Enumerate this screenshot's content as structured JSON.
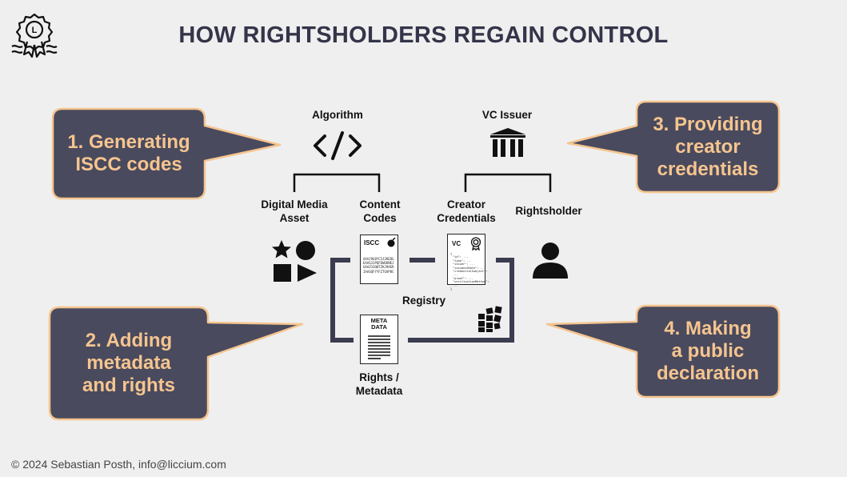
{
  "title": "HOW RIGHTSHOLDERS REGAIN CONTROL",
  "footer": "© 2024 Sebastian Posth, info@liccium.com",
  "callouts": [
    {
      "text": "1. Generating\nISCC codes"
    },
    {
      "text": "2. Adding\nmetadata\nand rights"
    },
    {
      "text": "3. Providing\ncreator\ncredentials"
    },
    {
      "text": "4. Making\na public\ndeclaration"
    }
  ],
  "labels": {
    "algorithm": "Algorithm",
    "vc_issuer": "VC Issuer",
    "digital_media_asset": "Digital Media\nAsset",
    "content_codes": "Content\nCodes",
    "creator_credentials": "Creator\nCredentials",
    "rightsholder": "Rightsholder",
    "registry": "Registry",
    "rights_metadata": "Rights /\nMetadata"
  },
  "docs": {
    "iscc_title": "ISCC",
    "iscc_lines": [
      "AAAJ9G8YC5J2KEDG",
      "EAAS31PQFDWGKNEJ",
      "GAAZ33QHTZKJ9AER",
      "IAASQFYYFZTGVP8C"
    ],
    "vc_title": "VC",
    "vc_lines": [
      "{",
      "\"id\": ...",
      "\"type\": ...",
      "\"issuer\": ...",
      "\"issuanceDate\": ...",
      "\"credentialSubject\": ...",
      "\"proof\": ...",
      "\"verificationMethod\": ...",
      "}"
    ],
    "meta_title": "META\nDATA"
  },
  "colors": {
    "bubble_fill": "#4a4a5e",
    "bubble_border": "#f5c58f",
    "bubble_text": "#f5c58f",
    "title": "#34344a",
    "registry_frame": "#3c3c50"
  },
  "icons": {
    "logo": "rosette-seal-icon",
    "algorithm": "code-brackets-icon",
    "vc_issuer": "institution-columns-icon",
    "media": "shapes-icon",
    "rightsholder": "person-icon",
    "registry": "blocks-icon"
  }
}
